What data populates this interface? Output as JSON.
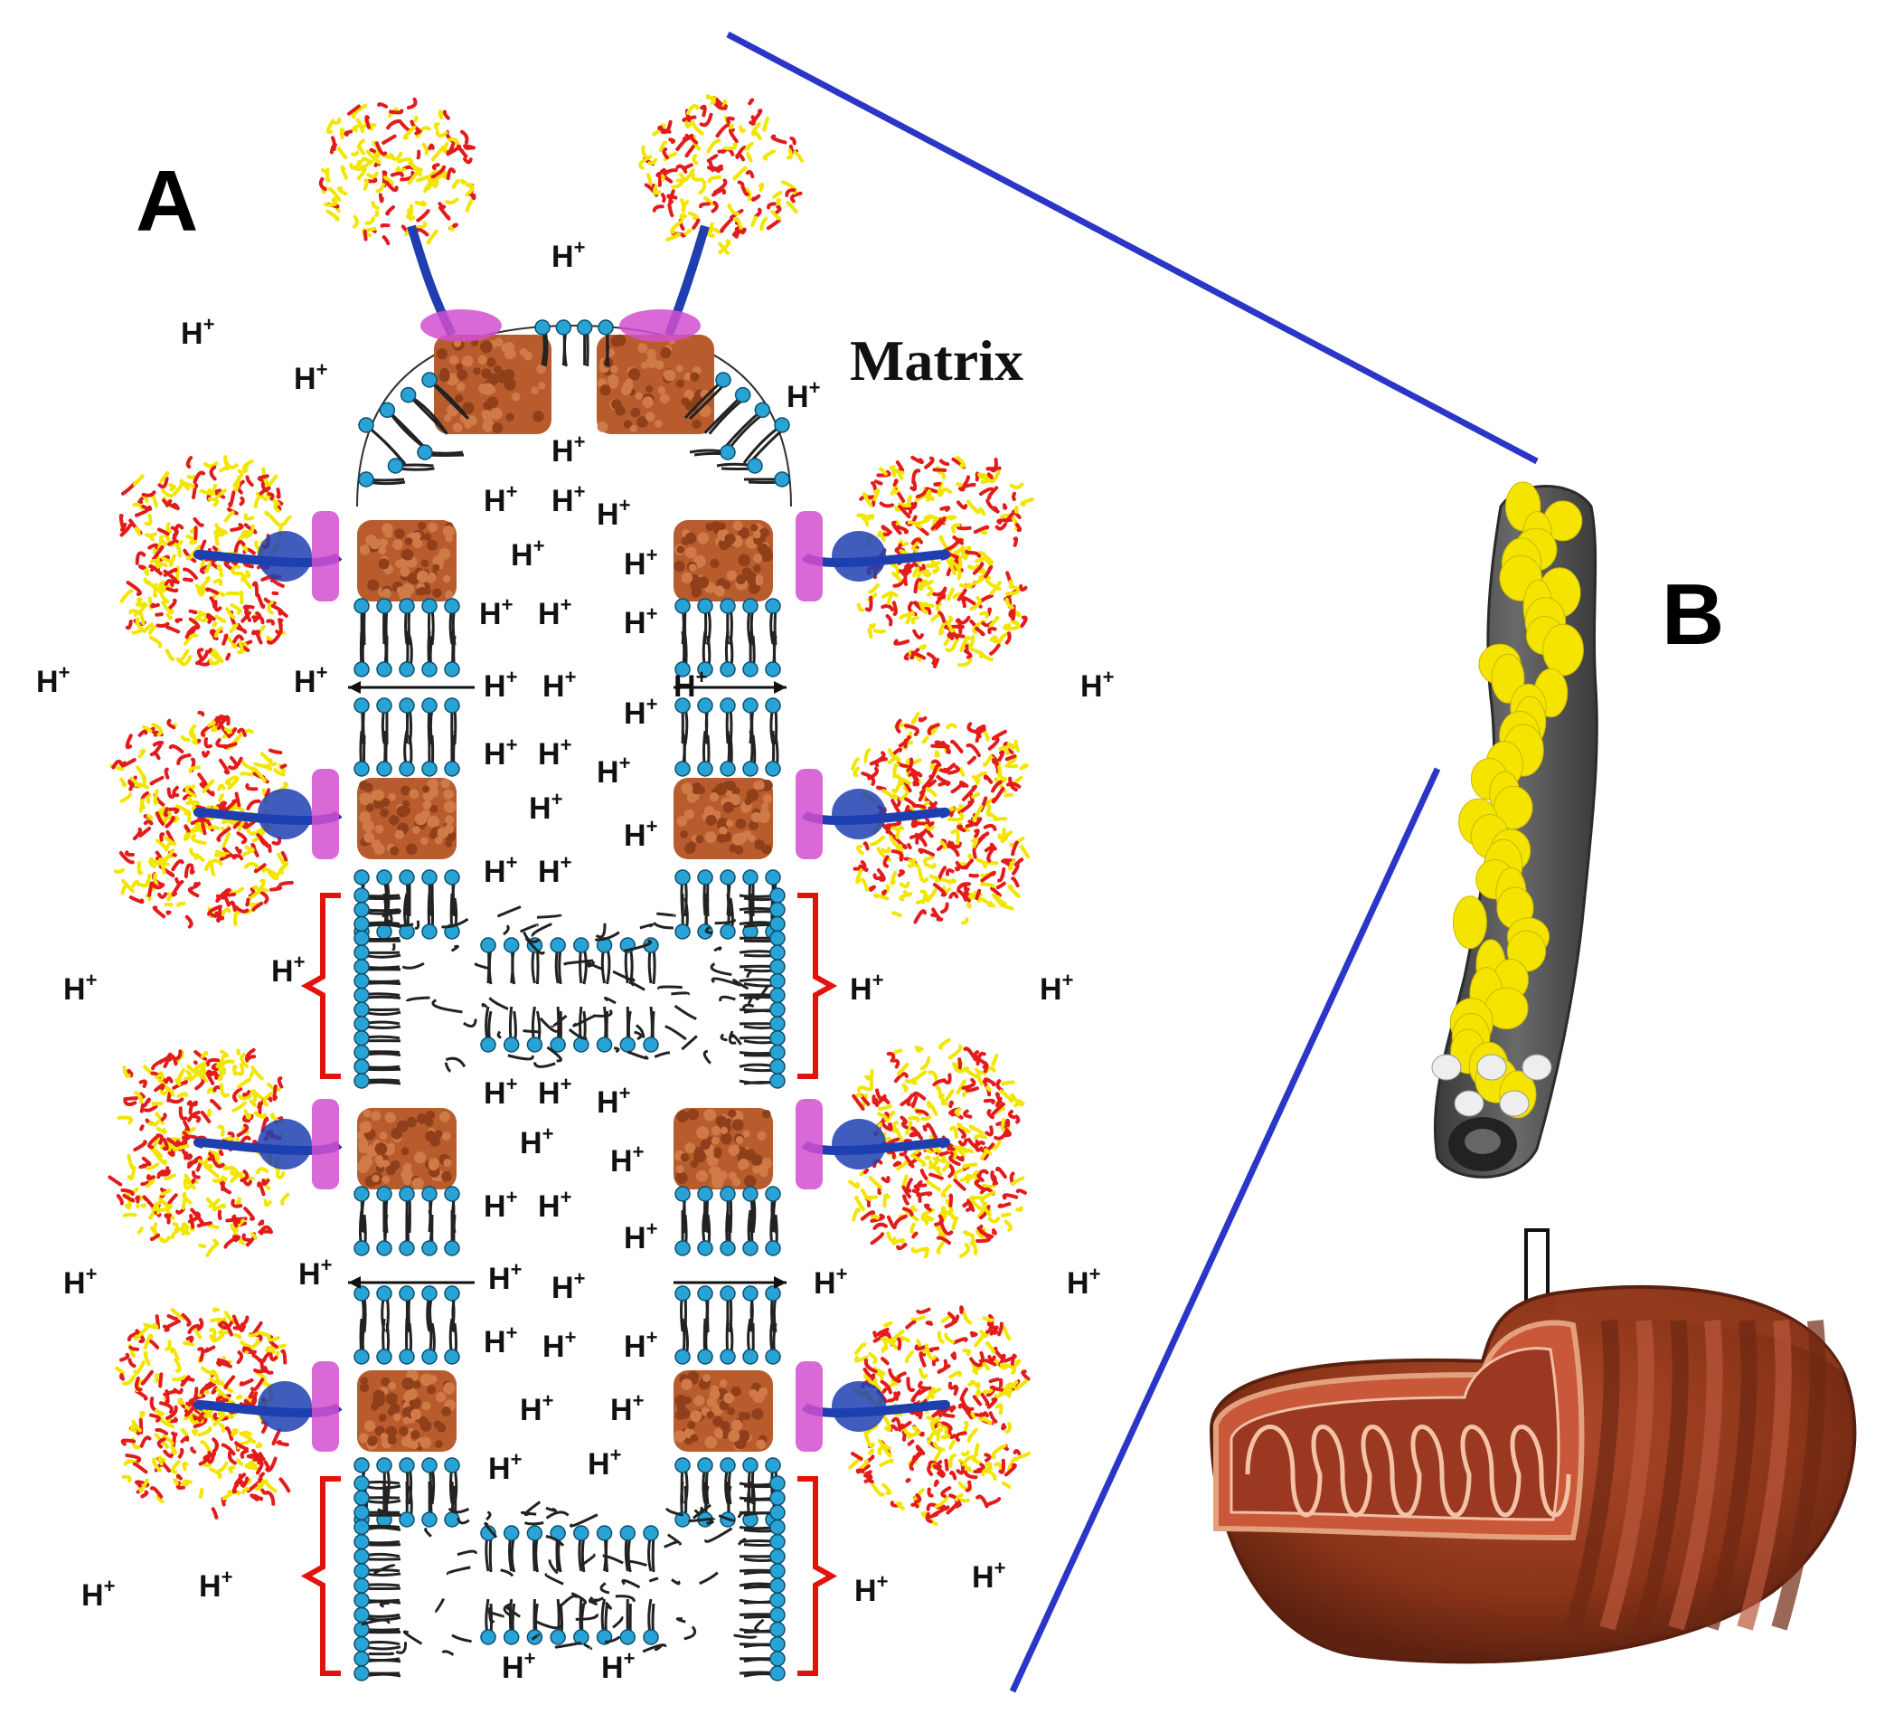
{
  "labels": {
    "panel_a": "A",
    "panel_b": "B",
    "matrix": "Matrix",
    "proton": "H",
    "proton_charge": "+"
  },
  "colors": {
    "lipid_head": "#29a3d6",
    "lipid_head_dark": "#111111",
    "lipid_tail": "#222222",
    "protein_band": "#b85c2e",
    "atp_synthase_alpha": "#e31b1b",
    "atp_synthase_beta": "#f2e600",
    "stalk": "#1f3fb0",
    "peripheral": "#d24fd0",
    "bracket": "#e3120b",
    "zoom_line": "#2a36c7",
    "tubule": "#555555",
    "tubule_particles": "#f5e400",
    "mito_outer": "#8a3a1f",
    "mito_inner": "#a6452a",
    "mito_crista_line": "#f3c3a8"
  },
  "icons": [
    "atp-synthase-dimer-icon",
    "lipid-bilayer-icon",
    "mitochondrion-icon",
    "crista-tubule-icon",
    "arrow-down-icon"
  ]
}
